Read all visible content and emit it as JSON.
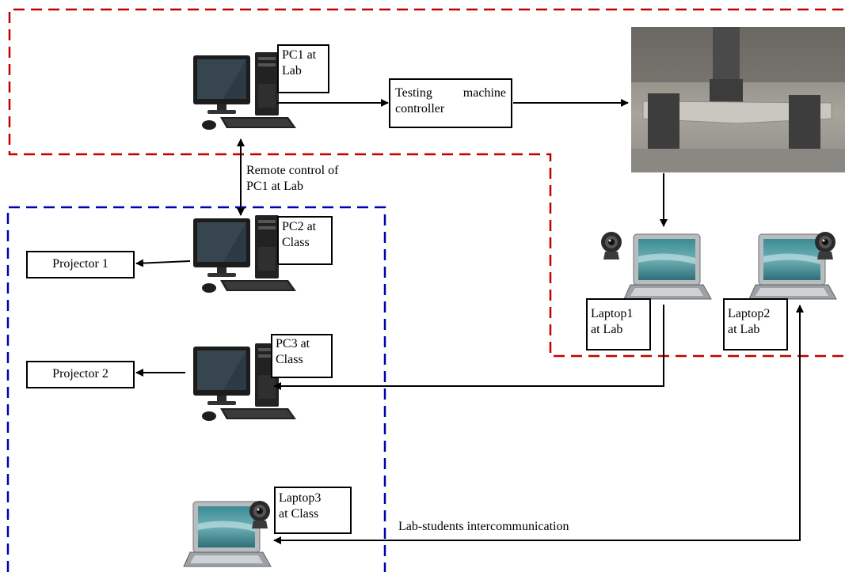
{
  "colors": {
    "lab_boundary": "#c00000",
    "class_boundary": "#0000b0",
    "arrow": "#000000"
  },
  "nodes": {
    "pc1": {
      "label": "PC1 at\nLab",
      "icon": "desktop-computer-icon"
    },
    "controller": {
      "label": "Testing machine controller"
    },
    "testing_machine": {
      "icon": "beam-bending-test-photo"
    },
    "pc2": {
      "label": "PC2 at\nClass",
      "icon": "desktop-computer-icon"
    },
    "pc3": {
      "label": "PC3 at\nClass",
      "icon": "desktop-computer-icon"
    },
    "projector1": {
      "label": "Projector 1"
    },
    "projector2": {
      "label": "Projector 2"
    },
    "laptop1": {
      "label": "Laptop1\nat Lab",
      "icon": "laptop-webcam-icon"
    },
    "laptop2": {
      "label": "Laptop2\nat Lab",
      "icon": "laptop-webcam-icon"
    },
    "laptop3": {
      "label": "Laptop3\nat Class",
      "icon": "laptop-webcam-icon"
    }
  },
  "edge_labels": {
    "remote_control": "Remote control of\nPC1 at Lab",
    "intercommunication": "Lab-students intercommunication"
  }
}
